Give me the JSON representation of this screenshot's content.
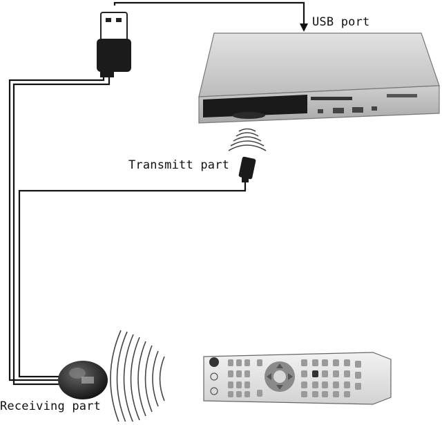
{
  "labels": {
    "usb_port": "USB port",
    "transmit_part": "Transmitt part",
    "receiving_part": "Receiving part"
  },
  "colors": {
    "cable": "#111111",
    "box_body": "#c9c9c9",
    "box_panel": "#1a1a1a",
    "remote_body": "#e6e6e6",
    "remote_buttons": "#9a9a9a"
  },
  "icons": [
    "usb-dongle-icon",
    "set-top-box-icon",
    "ir-transmitter-icon",
    "ir-receiver-icon",
    "remote-control-icon"
  ]
}
